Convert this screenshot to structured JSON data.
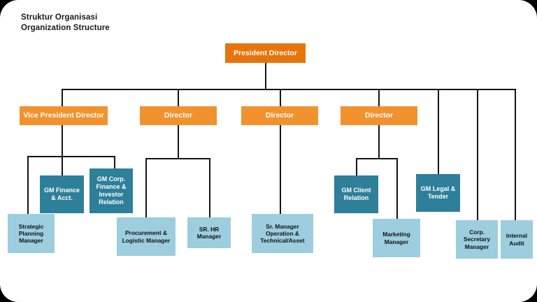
{
  "title": {
    "line1": "Struktur Organisasi",
    "line2": "Organization Structure"
  },
  "colors": {
    "background": "#FFFFFF",
    "outer": "#000000",
    "orange_dark": "#E8740C",
    "orange": "#F2922F",
    "teal": "#2E7F99",
    "light_blue": "#9CCEDF",
    "line": "#141414"
  },
  "chart_data": {
    "type": "diagram",
    "title": "Struktur Organisasi / Organization Structure",
    "levels": [
      "executive",
      "director",
      "general-manager",
      "manager"
    ],
    "nodes": [
      {
        "id": "president-director",
        "label": "President Director",
        "level": "executive",
        "style": "orange-dark",
        "parent": null
      },
      {
        "id": "vice-president-director",
        "label": "Vice President Director",
        "level": "director",
        "style": "orange",
        "parent": "president-director"
      },
      {
        "id": "director-1",
        "label": "Director",
        "level": "director",
        "style": "orange",
        "parent": "president-director"
      },
      {
        "id": "director-2",
        "label": "Director",
        "level": "director",
        "style": "orange",
        "parent": "president-director"
      },
      {
        "id": "director-3",
        "label": "Director",
        "level": "director",
        "style": "orange",
        "parent": "president-director"
      },
      {
        "id": "gm-finance-acct",
        "label": "GM Finance & Acct.",
        "level": "general-manager",
        "style": "teal",
        "parent": "vice-president-director"
      },
      {
        "id": "gm-corp-finance-investor-relation",
        "label": "GM Corp. Finance & Investor Relation",
        "level": "general-manager",
        "style": "teal",
        "parent": "vice-president-director"
      },
      {
        "id": "gm-client-relation",
        "label": "GM Client Relation",
        "level": "general-manager",
        "style": "teal",
        "parent": "director-3"
      },
      {
        "id": "gm-legal-tender",
        "label": "GM Legal & Tender",
        "level": "general-manager",
        "style": "teal",
        "parent": "president-director"
      },
      {
        "id": "strategic-planning-manager",
        "label": "Strategic Planning Manager",
        "level": "manager",
        "style": "light-blue",
        "parent": "vice-president-director"
      },
      {
        "id": "procurement-logistic-manager",
        "label": "Procurement & Logistic Manager",
        "level": "manager",
        "style": "light-blue",
        "parent": "director-1"
      },
      {
        "id": "sr-hr-manager",
        "label": "SR. HR Manager",
        "level": "manager",
        "style": "light-blue",
        "parent": "director-1"
      },
      {
        "id": "sr-manager-operation-technical-asset",
        "label": "Sr. Manager Operation & Technical/Asset",
        "level": "manager",
        "style": "light-blue",
        "parent": "director-2"
      },
      {
        "id": "marketing-manager",
        "label": "Marketing Manager",
        "level": "manager",
        "style": "light-blue",
        "parent": "director-3"
      },
      {
        "id": "corp-secretary-manager",
        "label": "Corp. Secretary Manager",
        "level": "manager",
        "style": "light-blue",
        "parent": "president-director"
      },
      {
        "id": "internal-audit",
        "label": "Internal Audit",
        "level": "manager",
        "style": "light-blue",
        "parent": "president-director"
      }
    ]
  }
}
